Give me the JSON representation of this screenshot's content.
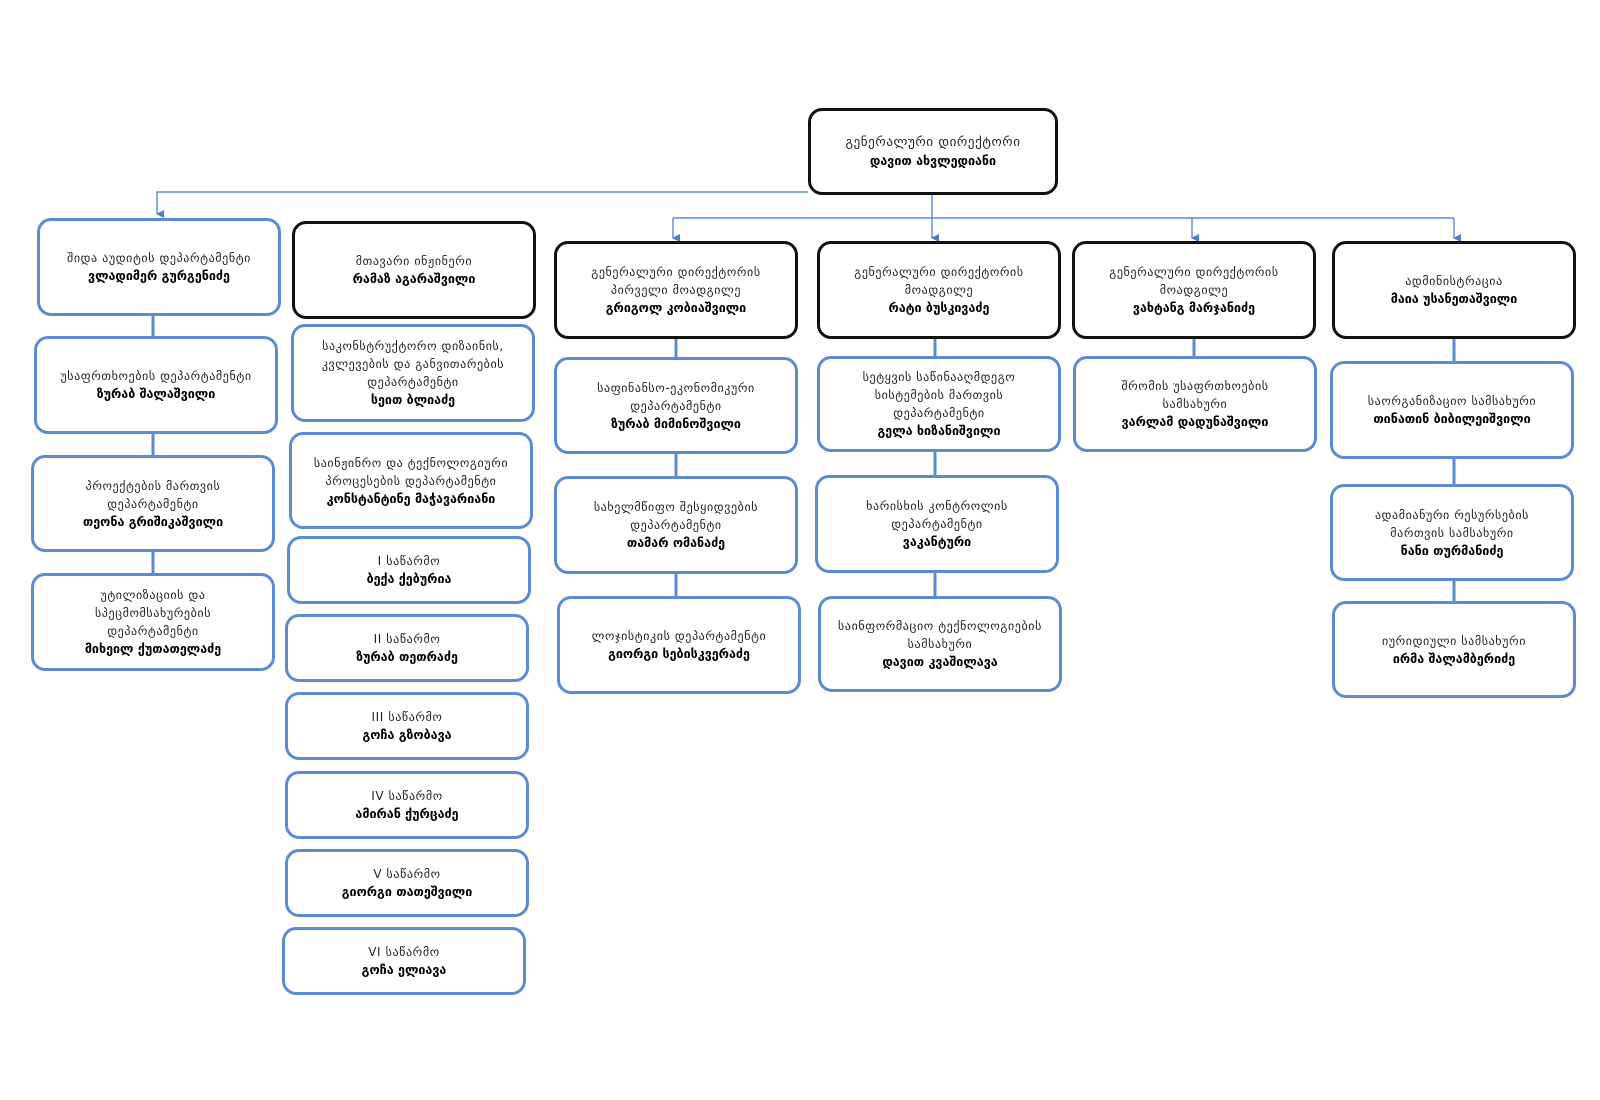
{
  "top": {
    "title": "გენერალური დირექტორი",
    "name": "დავით ახვლედიანი"
  },
  "col1": [
    {
      "title": "შიდა აუდიტის დეპარტამენტი",
      "name": "ვლადიმერ გურგენიძე"
    },
    {
      "title": "უსაფრთხოების დეპარტამენტი",
      "name": "ზურაბ შალაშვილი"
    },
    {
      "title": "პროექტების მართვის დეპარტამენტი",
      "name": "თეონა გრიშიკაშვილი"
    },
    {
      "title": "უტილიზაციის და სპეცმომსახურების დეპარტამენტი",
      "name": "მიხეილ ქუთათელაძე"
    }
  ],
  "col2": {
    "head": {
      "title": "მთავარი ინჟინერი",
      "name": "რამაზ აგარაშვილი"
    },
    "items": [
      {
        "title": "საკონსტრუქტორო დიზაინის, კვლევების და განვითარების დეპარტამენტი",
        "name": "სეით ბლიაძე"
      },
      {
        "title": "საინჟინრო და ტექნოლოგიური პროცესების დეპარტამენტი",
        "name": "კონსტანტინე მაჭავარიანი"
      },
      {
        "title": "I საწარმო",
        "name": "ბექა ქებურია"
      },
      {
        "title": "II საწარმო",
        "name": "ზურაბ თეთრაძე"
      },
      {
        "title": "III საწარმო",
        "name": "გოჩა გზობავა"
      },
      {
        "title": "IV საწარმო",
        "name": "ამირან ქურცაძე"
      },
      {
        "title": "V საწარმო",
        "name": "გიორგი თათეშვილი"
      },
      {
        "title": "VI საწარმო",
        "name": "გოჩა ელიავა"
      }
    ]
  },
  "col3": {
    "head": {
      "title": "გენერალური დირექტორის პირველი მოადგილე",
      "name": "გრიგოლ კობიაშვილი"
    },
    "items": [
      {
        "title": "საფინანსო-ეკონომიკური დეპარტამენტი",
        "name": "ზურაბ მიმინოშვილი"
      },
      {
        "title": "სახელმწიფო შესყიდვების დეპარტამენტი",
        "name": "თამარ ომანაძე"
      },
      {
        "title": "ლოჯისტიკის დეპარტამენტი",
        "name": "გიორგი სებისკვერაძე"
      }
    ]
  },
  "col4": {
    "head": {
      "title": "გენერალური დირექტორის მოადგილე",
      "name": "რატი ბუსკივაძე"
    },
    "items": [
      {
        "title": "სეტყვის საწინააღმდეგო სისტემების მართვის დეპარტამენტი",
        "name": "გელა ხიზანიშვილი"
      },
      {
        "title": "ხარისხის კონტროლის დეპარტამენტი",
        "name": "ვაკანტური"
      },
      {
        "title": "საინფორმაციო ტექნოლოგიების სამსახური",
        "name": "დავით კვაშილავა"
      }
    ]
  },
  "col5": {
    "head": {
      "title": "გენერალური დირექტორის მოადგილე",
      "name": "ვახტანგ მარჯანიძე"
    },
    "items": [
      {
        "title": "შრომის უსაფრთხოების სამსახური",
        "name": "ვარლამ დადუნაშვილი"
      }
    ]
  },
  "col6": {
    "head": {
      "title": "ადმინისტრაცია",
      "name": "მაია უსანეთაშვილი"
    },
    "items": [
      {
        "title": "საორგანიზაციო სამსახური",
        "name": "თინათინ ბიბილეიშვილი"
      },
      {
        "title": "ადამიანური რესურსების მართვის სამსახური",
        "name": "ნანი თურმანიძე"
      },
      {
        "title": "იურიდიული სამსახური",
        "name": "ირმა შალამბერიძე"
      }
    ]
  },
  "colors": {
    "box_border": "#5b8bd0",
    "head_border": "#111111",
    "connector": "#5b8bd0",
    "arrow": "#4a7fc8"
  }
}
